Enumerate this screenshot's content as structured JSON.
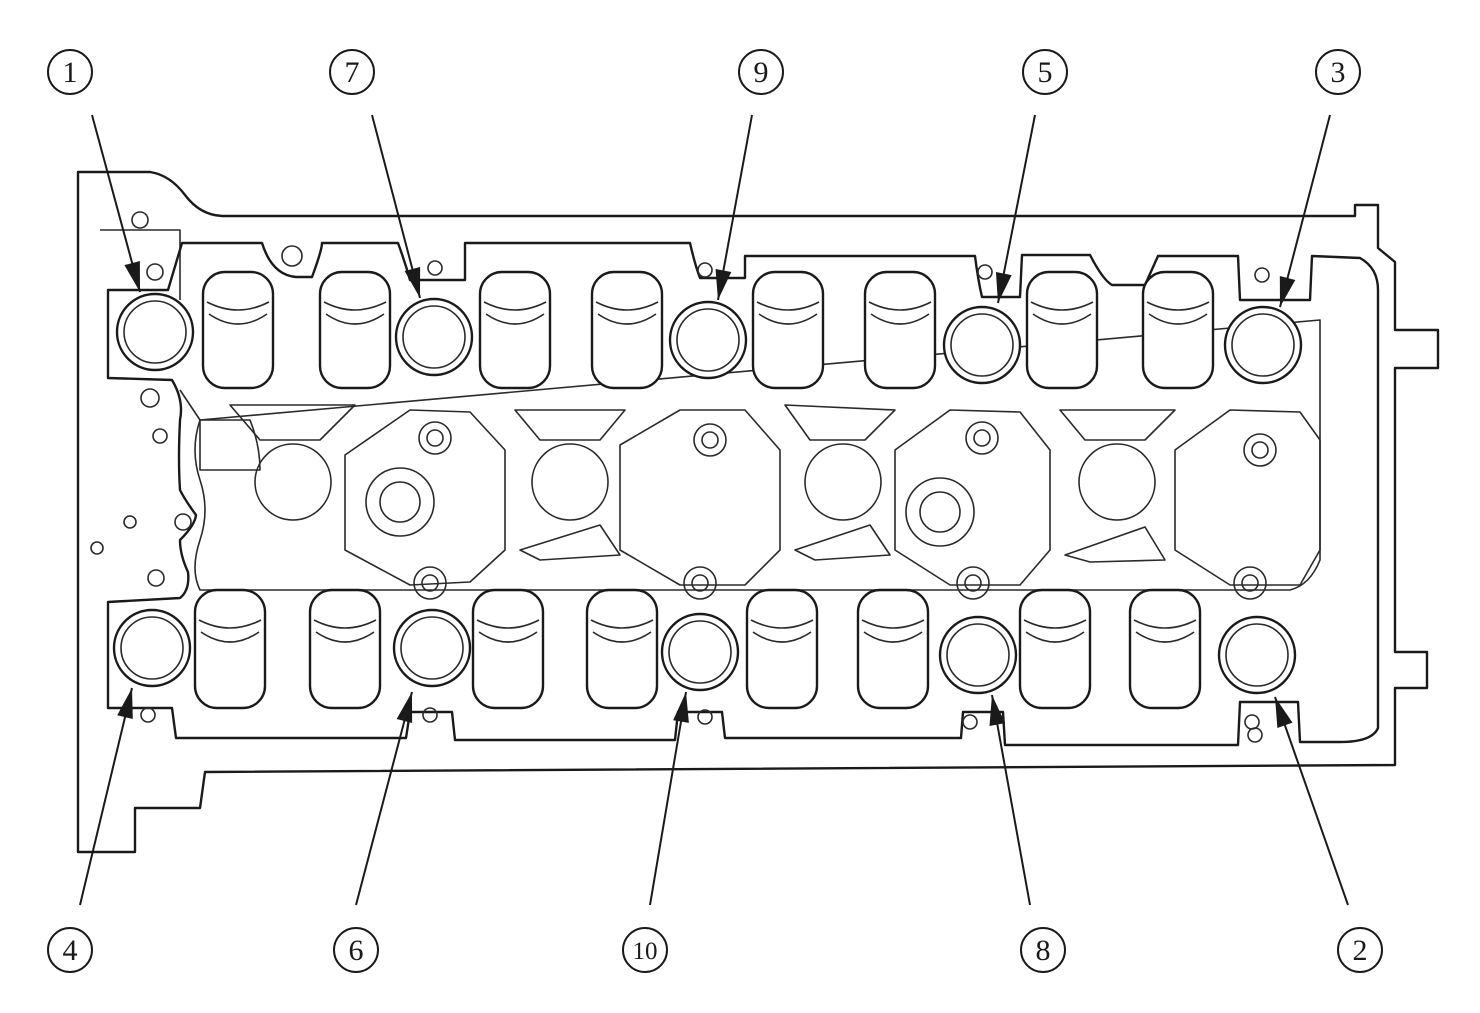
{
  "bolt_labels": [
    "1",
    "2",
    "3",
    "4",
    "5",
    "6",
    "7",
    "8",
    "9",
    "10"
  ],
  "colors": {
    "line": "#1a1a1a",
    "background": "#ffffff"
  }
}
